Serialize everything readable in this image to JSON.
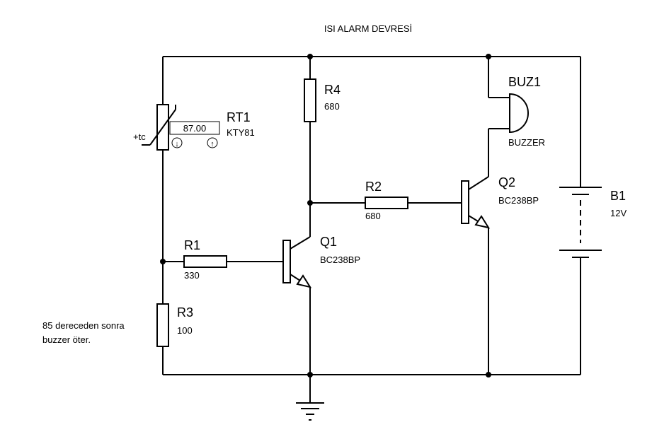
{
  "title": "ISI ALARM DEVRESİ",
  "components": {
    "rt1": {
      "ref": "RT1",
      "value": "KTY81",
      "reading": "87.00",
      "pin_label": "+tc",
      "down_icon": "↓",
      "up_icon": "↑"
    },
    "r1": {
      "ref": "R1",
      "value": "330"
    },
    "r2": {
      "ref": "R2",
      "value": "680"
    },
    "r3": {
      "ref": "R3",
      "value": "100"
    },
    "r4": {
      "ref": "R4",
      "value": "680"
    },
    "q1": {
      "ref": "Q1",
      "value": "BC238BP"
    },
    "q2": {
      "ref": "Q2",
      "value": "BC238BP"
    },
    "buz1": {
      "ref": "BUZ1",
      "value": "BUZZER"
    },
    "b1": {
      "ref": "B1",
      "value": "12V"
    }
  },
  "note": {
    "line1": "85 dereceden sonra",
    "line2": "buzzer öter."
  }
}
